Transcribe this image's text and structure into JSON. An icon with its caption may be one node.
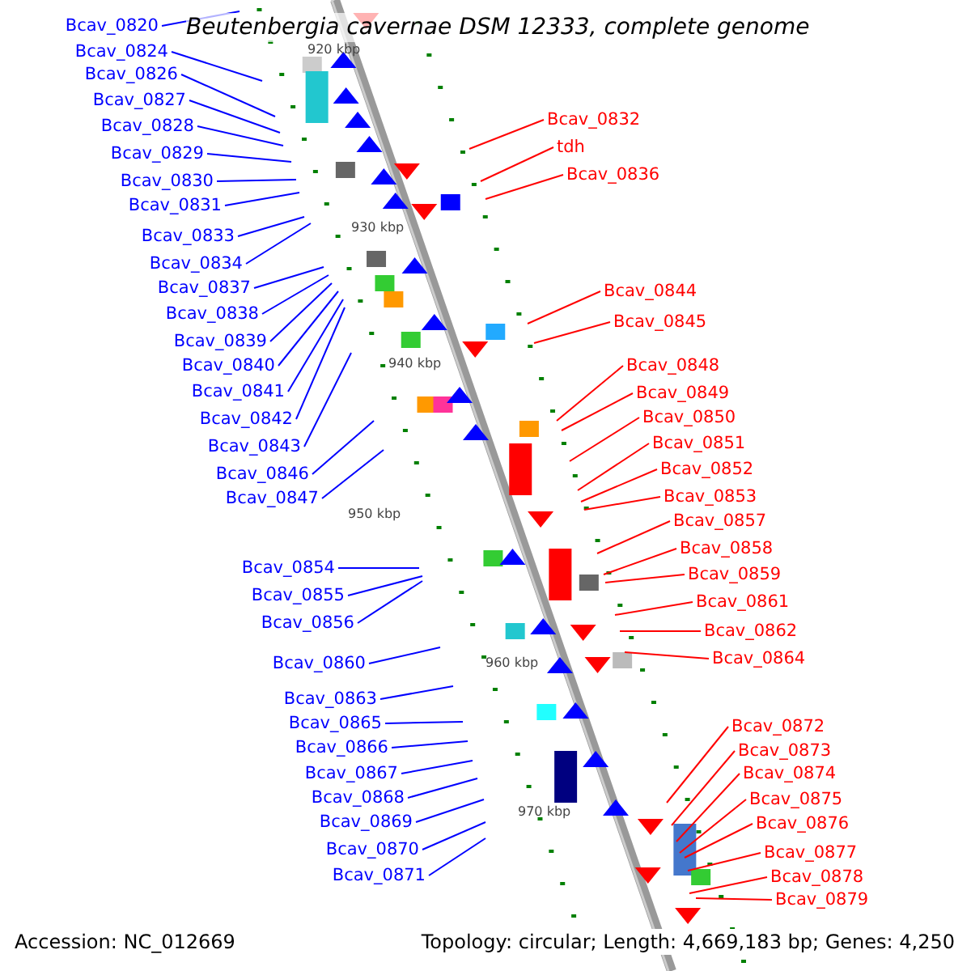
{
  "diagram": {
    "title": "Beutenbergia cavernae DSM 12333, complete genome",
    "nodes": [
      {
        "text": [
          "Bcav_0820"
        ]
      },
      {
        "text": [
          "Bcav_0824"
        ]
      },
      {
        "text": [
          "Bcav_0826"
        ]
      },
      {
        "text": [
          "Bcav_0827"
        ]
      },
      {
        "text": [
          "Bcav_0828"
        ]
      },
      {
        "text": [
          "Bcav_0829"
        ]
      },
      {
        "text": [
          "Bcav_0830"
        ]
      },
      {
        "text": [
          "Bcav_0831"
        ]
      },
      {
        "text": [
          "Bcav_0833"
        ]
      },
      {
        "text": [
          "Bcav_0834"
        ]
      },
      {
        "text": [
          "Bcav_0837"
        ]
      },
      {
        "text": [
          "Bcav_0838"
        ]
      },
      {
        "text": [
          "Bcav_0839"
        ]
      },
      {
        "text": [
          "Bcav_0840"
        ]
      },
      {
        "text": [
          "Bcav_0841"
        ]
      },
      {
        "text": [
          "Bcav_0842"
        ]
      },
      {
        "text": [
          "Bcav_0843"
        ]
      },
      {
        "text": [
          "Bcav_0846"
        ]
      },
      {
        "text": [
          "Bcav_0847"
        ]
      },
      {
        "text": [
          "Bcav_0854"
        ]
      },
      {
        "text": [
          "Bcav_0855"
        ]
      },
      {
        "text": [
          "Bcav_0856"
        ]
      },
      {
        "text": [
          "Bcav_0860"
        ]
      },
      {
        "text": [
          "Bcav_0863"
        ]
      },
      {
        "text": [
          "Bcav_0865"
        ]
      },
      {
        "text": [
          "Bcav_0866"
        ]
      },
      {
        "text": [
          "Bcav_0867"
        ]
      },
      {
        "text": [
          "Bcav_0868"
        ]
      },
      {
        "text": [
          "Bcav_0869"
        ]
      },
      {
        "text": [
          "Bcav_0870"
        ]
      },
      {
        "text": [
          "Bcav_0871"
        ]
      },
      {
        "text": [
          "Bcav_0832"
        ]
      },
      {
        "text": [
          "tdh"
        ]
      },
      {
        "text": [
          "Bcav_0836"
        ]
      },
      {
        "text": [
          "Bcav_0844"
        ]
      },
      {
        "text": [
          "Bcav_0845"
        ]
      },
      {
        "text": [
          "Bcav_0848"
        ]
      },
      {
        "text": [
          "Bcav_0849"
        ]
      },
      {
        "text": [
          "Bcav_0850"
        ]
      },
      {
        "text": [
          "Bcav_0851"
        ]
      },
      {
        "text": [
          "Bcav_0852"
        ]
      },
      {
        "text": [
          "Bcav_0853"
        ]
      },
      {
        "text": [
          "Bcav_0857"
        ]
      },
      {
        "text": [
          "Bcav_0858"
        ]
      },
      {
        "text": [
          "Bcav_0859"
        ]
      },
      {
        "text": [
          "Bcav_0861"
        ]
      },
      {
        "text": [
          "Bcav_0862"
        ]
      },
      {
        "text": [
          "Bcav_0864"
        ]
      },
      {
        "text": [
          "Bcav_0872"
        ]
      },
      {
        "text": [
          "Bcav_0873"
        ]
      },
      {
        "text": [
          "Bcav_0874"
        ]
      },
      {
        "text": [
          "Bcav_0875"
        ]
      },
      {
        "text": [
          "Bcav_0876"
        ]
      },
      {
        "text": [
          "Bcav_0877"
        ]
      },
      {
        "text": [
          "Bcav_0878"
        ]
      },
      {
        "text": [
          "Bcav_0879"
        ]
      }
    ],
    "edges": [
      {
        "from": 0,
        "to": null,
        "arrow": "none"
      },
      {
        "from": 1,
        "to": null,
        "arrow": "none"
      },
      {
        "from": 2,
        "to": null,
        "arrow": "none"
      },
      {
        "from": 3,
        "to": null,
        "arrow": "none"
      },
      {
        "from": 4,
        "to": null,
        "arrow": "none"
      },
      {
        "from": 5,
        "to": null,
        "arrow": "none"
      },
      {
        "from": 6,
        "to": null,
        "arrow": "none"
      },
      {
        "from": 7,
        "to": null,
        "arrow": "none"
      },
      {
        "from": 8,
        "to": null,
        "arrow": "none"
      },
      {
        "from": 9,
        "to": null,
        "arrow": "none"
      },
      {
        "from": 10,
        "to": null,
        "arrow": "none"
      },
      {
        "from": 11,
        "to": null,
        "arrow": "none"
      },
      {
        "from": 12,
        "to": null,
        "arrow": "none"
      },
      {
        "from": 13,
        "to": null,
        "arrow": "none"
      },
      {
        "from": 14,
        "to": null,
        "arrow": "none"
      },
      {
        "from": 15,
        "to": null,
        "arrow": "none"
      },
      {
        "from": 16,
        "to": null,
        "arrow": "none"
      },
      {
        "from": 17,
        "to": null,
        "arrow": "none"
      },
      {
        "from": 18,
        "to": null,
        "arrow": "none"
      },
      {
        "from": 19,
        "to": null,
        "arrow": "none"
      },
      {
        "from": 20,
        "to": null,
        "arrow": "none"
      },
      {
        "from": 21,
        "to": null,
        "arrow": "none"
      },
      {
        "from": 22,
        "to": null,
        "arrow": "none"
      },
      {
        "from": 23,
        "to": null,
        "arrow": "none"
      },
      {
        "from": 24,
        "to": null,
        "arrow": "none"
      },
      {
        "from": 25,
        "to": null,
        "arrow": "none"
      },
      {
        "from": 26,
        "to": null,
        "arrow": "none"
      },
      {
        "from": 27,
        "to": null,
        "arrow": "none"
      },
      {
        "from": 28,
        "to": null,
        "arrow": "none"
      },
      {
        "from": 29,
        "to": null,
        "arrow": "none"
      },
      {
        "from": 30,
        "to": null,
        "arrow": "none"
      },
      {
        "from": 31,
        "to": null,
        "arrow": "none",
        "color": "#ff0000"
      },
      {
        "from": 32,
        "to": null,
        "arrow": "none",
        "color": "#ff0000"
      },
      {
        "from": 33,
        "to": null,
        "arrow": "none",
        "color": "#ff0000"
      },
      {
        "from": 34,
        "to": null,
        "arrow": "none",
        "color": "#ff0000"
      },
      {
        "from": 35,
        "to": null,
        "arrow": "none",
        "color": "#ff0000"
      },
      {
        "from": 36,
        "to": null,
        "arrow": "none",
        "color": "#ff0000"
      },
      {
        "from": 37,
        "to": null,
        "arrow": "none",
        "color": "#ff0000"
      },
      {
        "from": 38,
        "to": null,
        "arrow": "none",
        "color": "#ff0000"
      },
      {
        "from": 39,
        "to": null,
        "arrow": "none",
        "color": "#ff0000"
      },
      {
        "from": 40,
        "to": null,
        "arrow": "none",
        "color": "#ff0000"
      },
      {
        "from": 41,
        "to": null,
        "arrow": "none",
        "color": "#ff0000"
      },
      {
        "from": 42,
        "to": null,
        "arrow": "none",
        "color": "#ff0000"
      },
      {
        "from": 43,
        "to": null,
        "arrow": "none",
        "color": "#ff0000"
      },
      {
        "from": 44,
        "to": null,
        "arrow": "none",
        "color": "#ff0000"
      },
      {
        "from": 45,
        "to": null,
        "arrow": "none",
        "color": "#ff0000"
      },
      {
        "from": 46,
        "to": null,
        "arrow": "none",
        "color": "#ff0000"
      },
      {
        "from": 47,
        "to": null,
        "arrow": "none",
        "color": "#ff0000"
      },
      {
        "from": 48,
        "to": null,
        "arrow": "none",
        "color": "#ff0000"
      },
      {
        "from": 49,
        "to": null,
        "arrow": "none",
        "color": "#ff0000"
      },
      {
        "from": 50,
        "to": null,
        "arrow": "none",
        "color": "#ff0000"
      },
      {
        "from": 51,
        "to": null,
        "arrow": "none",
        "color": "#ff0000"
      },
      {
        "from": 52,
        "to": null,
        "arrow": "none",
        "color": "#ff0000"
      },
      {
        "from": 53,
        "to": null,
        "arrow": "none",
        "color": "#ff0000"
      },
      {
        "from": 54,
        "to": null,
        "arrow": "none",
        "color": "#ff0000"
      },
      {
        "from": 55,
        "to": null,
        "arrow": "none",
        "color": "#ff0000"
      }
    ],
    "labels": [
      "920 kbp",
      "930 kbp",
      "940 kbp",
      "950 kbp",
      "960 kbp",
      "970 kbp",
      "Accession: NC_012669",
      "Topology: circular; Length: 4,669,183 bp; Genes: 4,250"
    ]
  }
}
